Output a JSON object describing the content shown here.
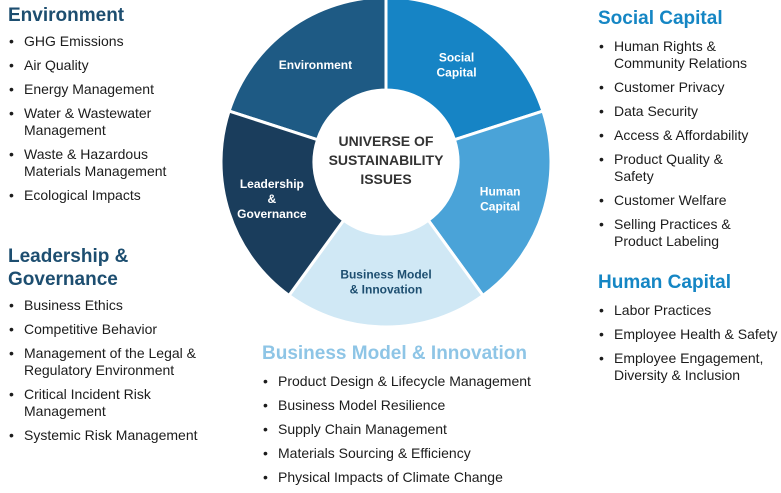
{
  "wheel": {
    "center_label": [
      "UNIVERSE OF",
      "SUSTAINABILITY",
      "ISSUES"
    ],
    "segments": [
      {
        "id": "environment",
        "label": [
          "Environment"
        ],
        "color": "#1e5a84",
        "text_color": "#ffffff"
      },
      {
        "id": "social",
        "label": [
          "Social",
          "Capital"
        ],
        "color": "#1684c5",
        "text_color": "#ffffff"
      },
      {
        "id": "human",
        "label": [
          "Human",
          "Capital"
        ],
        "color": "#4aa3d8",
        "text_color": "#ffffff"
      },
      {
        "id": "bmi",
        "label": [
          "Business Model",
          "& Innovation"
        ],
        "color": "#d0e8f5",
        "text_color": "#1d4e70"
      },
      {
        "id": "leadership",
        "label": [
          "Leadership",
          "&",
          "Governance"
        ],
        "color": "#1a3d5c",
        "text_color": "#ffffff"
      }
    ]
  },
  "environment": {
    "title": "Environment",
    "items": [
      "GHG Emissions",
      "Air Quality",
      "Energy Management",
      "Water & Wastewater Management",
      "Waste & Hazardous Materials Management",
      "Ecological Impacts"
    ]
  },
  "leadership": {
    "title": "Leadership & Governance",
    "items": [
      "Business Ethics",
      "Competitive Behavior",
      "Management of the Legal & Regulatory Environment",
      "Critical Incident Risk Management",
      "Systemic Risk Management"
    ]
  },
  "social": {
    "title": "Social Capital",
    "items": [
      "Human Rights & Community Relations",
      "Customer Privacy",
      "Data Security",
      "Access & Affordability",
      "Product Quality & Safety",
      "Customer Welfare",
      "Selling Practices & Product Labeling"
    ]
  },
  "human": {
    "title": "Human Capital",
    "items": [
      "Labor Practices",
      "Employee Health & Safety",
      "Employee Engagement, Diversity & Inclusion"
    ]
  },
  "bmi": {
    "title": "Business Model & Innovation",
    "items": [
      "Product Design & Lifecycle Management",
      "Business Model Resilience",
      "Supply Chain Management",
      "Materials Sourcing & Efficiency",
      "Physical Impacts of Climate Change"
    ]
  },
  "colors": {
    "dark_title": "#1d4e70",
    "accent_title": "#1586c4",
    "light_title": "#8ec5e6"
  }
}
